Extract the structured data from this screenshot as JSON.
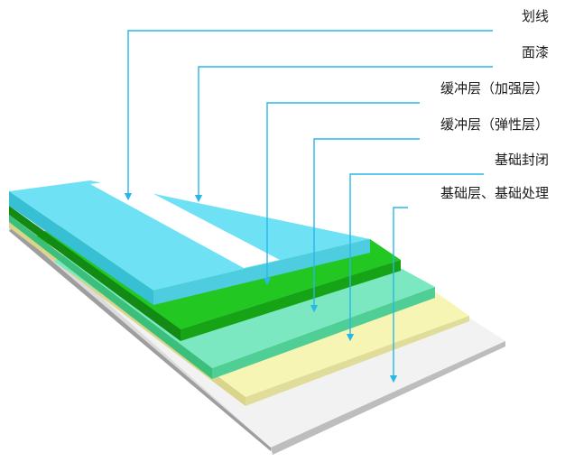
{
  "layers": [
    {
      "id": "marking",
      "label": "划线"
    },
    {
      "id": "topcoat",
      "label": "面漆"
    },
    {
      "id": "cushion-reinforced",
      "label": "缓冲层（加强层）"
    },
    {
      "id": "cushion-elastic",
      "label": "缓冲层（弹性层）"
    },
    {
      "id": "base-seal",
      "label": "基础封闭"
    },
    {
      "id": "base-treatment",
      "label": "基础层、基础处理"
    }
  ],
  "colors": {
    "leader_line": "#29b6e8",
    "marking": "#ffffff",
    "topcoat": "#6fe1f5",
    "reinforced": "#22c722",
    "elastic": "#7ce8c2",
    "seal": "#f6f5b4",
    "base": "#f2f2f2"
  }
}
